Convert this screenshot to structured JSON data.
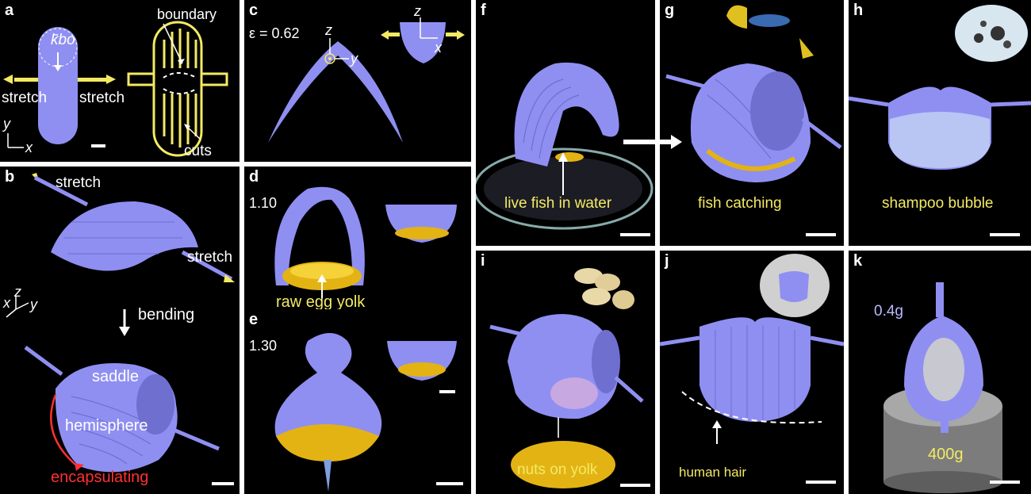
{
  "panels": {
    "a": {
      "label": "a",
      "boundary": "boundary",
      "kbo": "k̄bo",
      "stretch_left": "stretch",
      "stretch_right": "stretch",
      "cuts": "cuts",
      "axis_y": "y",
      "axis_x": "x"
    },
    "b": {
      "label": "b",
      "stretch_top": "stretch",
      "stretch_right": "stretch",
      "bending": "bending",
      "saddle": "saddle",
      "hemisphere": "hemisphere",
      "encapsulating": "encapsulating",
      "axis_x": "x",
      "axis_y": "y",
      "axis_z": "z"
    },
    "c": {
      "label": "c",
      "strain": "ε = 0.62",
      "axis_z1": "z",
      "axis_y": "y",
      "axis_z2": "z",
      "axis_x": "x"
    },
    "d": {
      "label": "d",
      "strain": "1.10",
      "caption": "raw egg yolk"
    },
    "e": {
      "label": "e",
      "strain": "1.30"
    },
    "f": {
      "label": "f",
      "caption": "live fish in water"
    },
    "g": {
      "label": "g",
      "caption": "fish catching"
    },
    "h": {
      "label": "h",
      "caption": "shampoo bubble"
    },
    "i": {
      "label": "i",
      "caption": "nuts on yolk"
    },
    "j": {
      "label": "j",
      "caption": "human hair"
    },
    "k": {
      "label": "k",
      "mass_small": "0.4g",
      "mass_large": "400g"
    }
  },
  "colors": {
    "device": "#8f8ff2",
    "device_light": "#b9b9ff",
    "highlight": "#f3ea63",
    "arrow_red": "#ff3030",
    "yolk": "#e3b314"
  }
}
